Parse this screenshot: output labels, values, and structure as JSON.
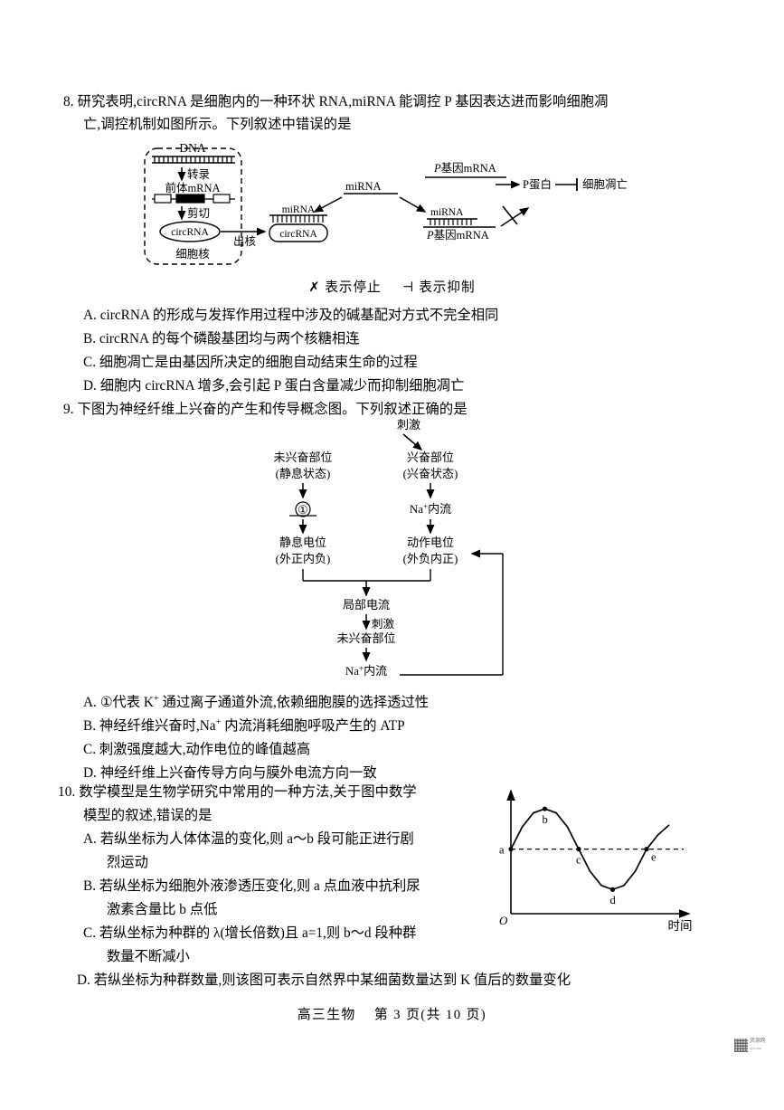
{
  "document": {
    "subject_footer": "高三生物",
    "page_label": "第 3 页(共 10 页)",
    "watermark_text": "资源网",
    "watermark_sub": "zyw.com"
  },
  "questions": [
    {
      "number": "8.",
      "stem_line1": "8. 研究表明,circRNA 是细胞内的一种环状 RNA,miRNA 能调控 P 基因表达进而影响细胞凋",
      "stem_line2": "亡,调控机制如图所示。下列叙述中错误的是",
      "options": [
        "A. circRNA 的形成与发挥作用过程中涉及的碱基配对方式不完全相同",
        "B. circRNA 的每个磷酸基团均与两个核糖相连",
        "C. 细胞凋亡是由基因所决定的细胞自动结束生命的过程",
        "D. 细胞内 circRNA 增多,会引起 P 蛋白含量减少而抑制细胞凋亡"
      ]
    },
    {
      "number": "9.",
      "stem_line1": "9. 下图为神经纤维上兴奋的产生和传导概念图。下列叙述正确的是",
      "options": [
        "A. ①代表 K⁺ 通过离子通道外流,依赖细胞膜的选择透过性",
        "B. 神经纤维兴奋时,Na⁺ 内流消耗细胞呼吸产生的 ATP",
        "C. 刺激强度越大,动作电位的峰值越高",
        "D. 神经纤维上兴奋传导方向与膜外电流方向一致"
      ]
    },
    {
      "number": "10.",
      "stem_line1": "10. 数学模型是生物学研究中常用的一种方法,关于图中数学",
      "stem_line2": "模型的叙述,错误的是",
      "options": [
        "A. 若纵坐标为人体体温的变化,则 a～b 段可能正进行剧",
        "烈运动",
        "B. 若纵坐标为细胞外液渗透压变化,则 a 点血液中抗利尿",
        "激素含量比 b 点低",
        "C. 若纵坐标为种群的 λ(增长倍数)且 a=1,则 b～d 段种群",
        "数量不断减小",
        "D. 若纵坐标为种群数量,则该图可表示自然界中某细菌数量达到 K 值后的数量变化"
      ]
    }
  ],
  "figure1": {
    "caption_legend_stop": "表示停止",
    "caption_legend_inhibit": "表示抑制",
    "legend_stop_symbol": "✗",
    "legend_inhibit_symbol": "⊣",
    "labels": {
      "dna": "DNA",
      "transcription": "转录",
      "pre_mrna": "前体mRNA",
      "splicing": "剪切",
      "circrna_nucleus": "circRNA",
      "nucleus": "细胞核",
      "export": "出核",
      "mirna_top": "miRNA",
      "mirna_bound": "miRNA",
      "circrna_cyto": "circRNA",
      "p_gene_mrna_free": "P基因mRNA",
      "mirna_pair": "miRNA",
      "p_gene_mrna_pair": "P基因mRNA",
      "p_protein": "P蛋白",
      "apoptosis": "细胞凋亡"
    }
  },
  "figure2": {
    "labels": {
      "stimulus_top": "刺激",
      "unexcited_site": "未兴奋部位",
      "resting_state": "(静息状态)",
      "excited_site": "兴奋部位",
      "excited_state": "(兴奋状态)",
      "circled_one": "①",
      "na_influx_1": "Na⁺内流",
      "resting_potential": "静息电位",
      "resting_polarity": "(外正内负)",
      "action_potential": "动作电位",
      "action_polarity": "(外负内正)",
      "local_current": "局部电流",
      "stimulus_mid": "刺激",
      "unexcited_site_2": "未兴奋部位",
      "na_influx_2": "Na⁺内流"
    }
  },
  "chart_data": {
    "type": "line",
    "title": "",
    "xlabel": "时间",
    "ylabel": "",
    "origin_label": "O",
    "grid": false,
    "legend": "none",
    "axis_style": "arrowed",
    "reference_line": {
      "style": "dashed",
      "y": 0,
      "label": "a",
      "description": "水平虚线通过 a 点"
    },
    "x": [
      0,
      0.5,
      1.0,
      1.5,
      2.0,
      2.5,
      3.0,
      3.5,
      4.0,
      4.5,
      5.0,
      5.5,
      6.0,
      6.5,
      7.0
    ],
    "y": [
      0,
      0.55,
      0.9,
      1.0,
      0.9,
      0.55,
      0,
      -0.55,
      -0.9,
      -1.0,
      -0.9,
      -0.55,
      0,
      0.35,
      0.6
    ],
    "annotations": [
      {
        "label": "a",
        "x": 0.0,
        "y": 0.0,
        "position": "left"
      },
      {
        "label": "b",
        "x": 1.5,
        "y": 1.0,
        "position": "below"
      },
      {
        "label": "c",
        "x": 3.0,
        "y": 0.0,
        "position": "below"
      },
      {
        "label": "d",
        "x": 4.5,
        "y": -1.0,
        "position": "below"
      },
      {
        "label": "e",
        "x": 6.0,
        "y": 0.0,
        "position": "below-right"
      }
    ],
    "xlim": [
      0,
      7.6
    ],
    "ylim": [
      -1.6,
      1.45
    ]
  },
  "colors": {
    "ink": "#000000",
    "paper": "#ffffff"
  }
}
